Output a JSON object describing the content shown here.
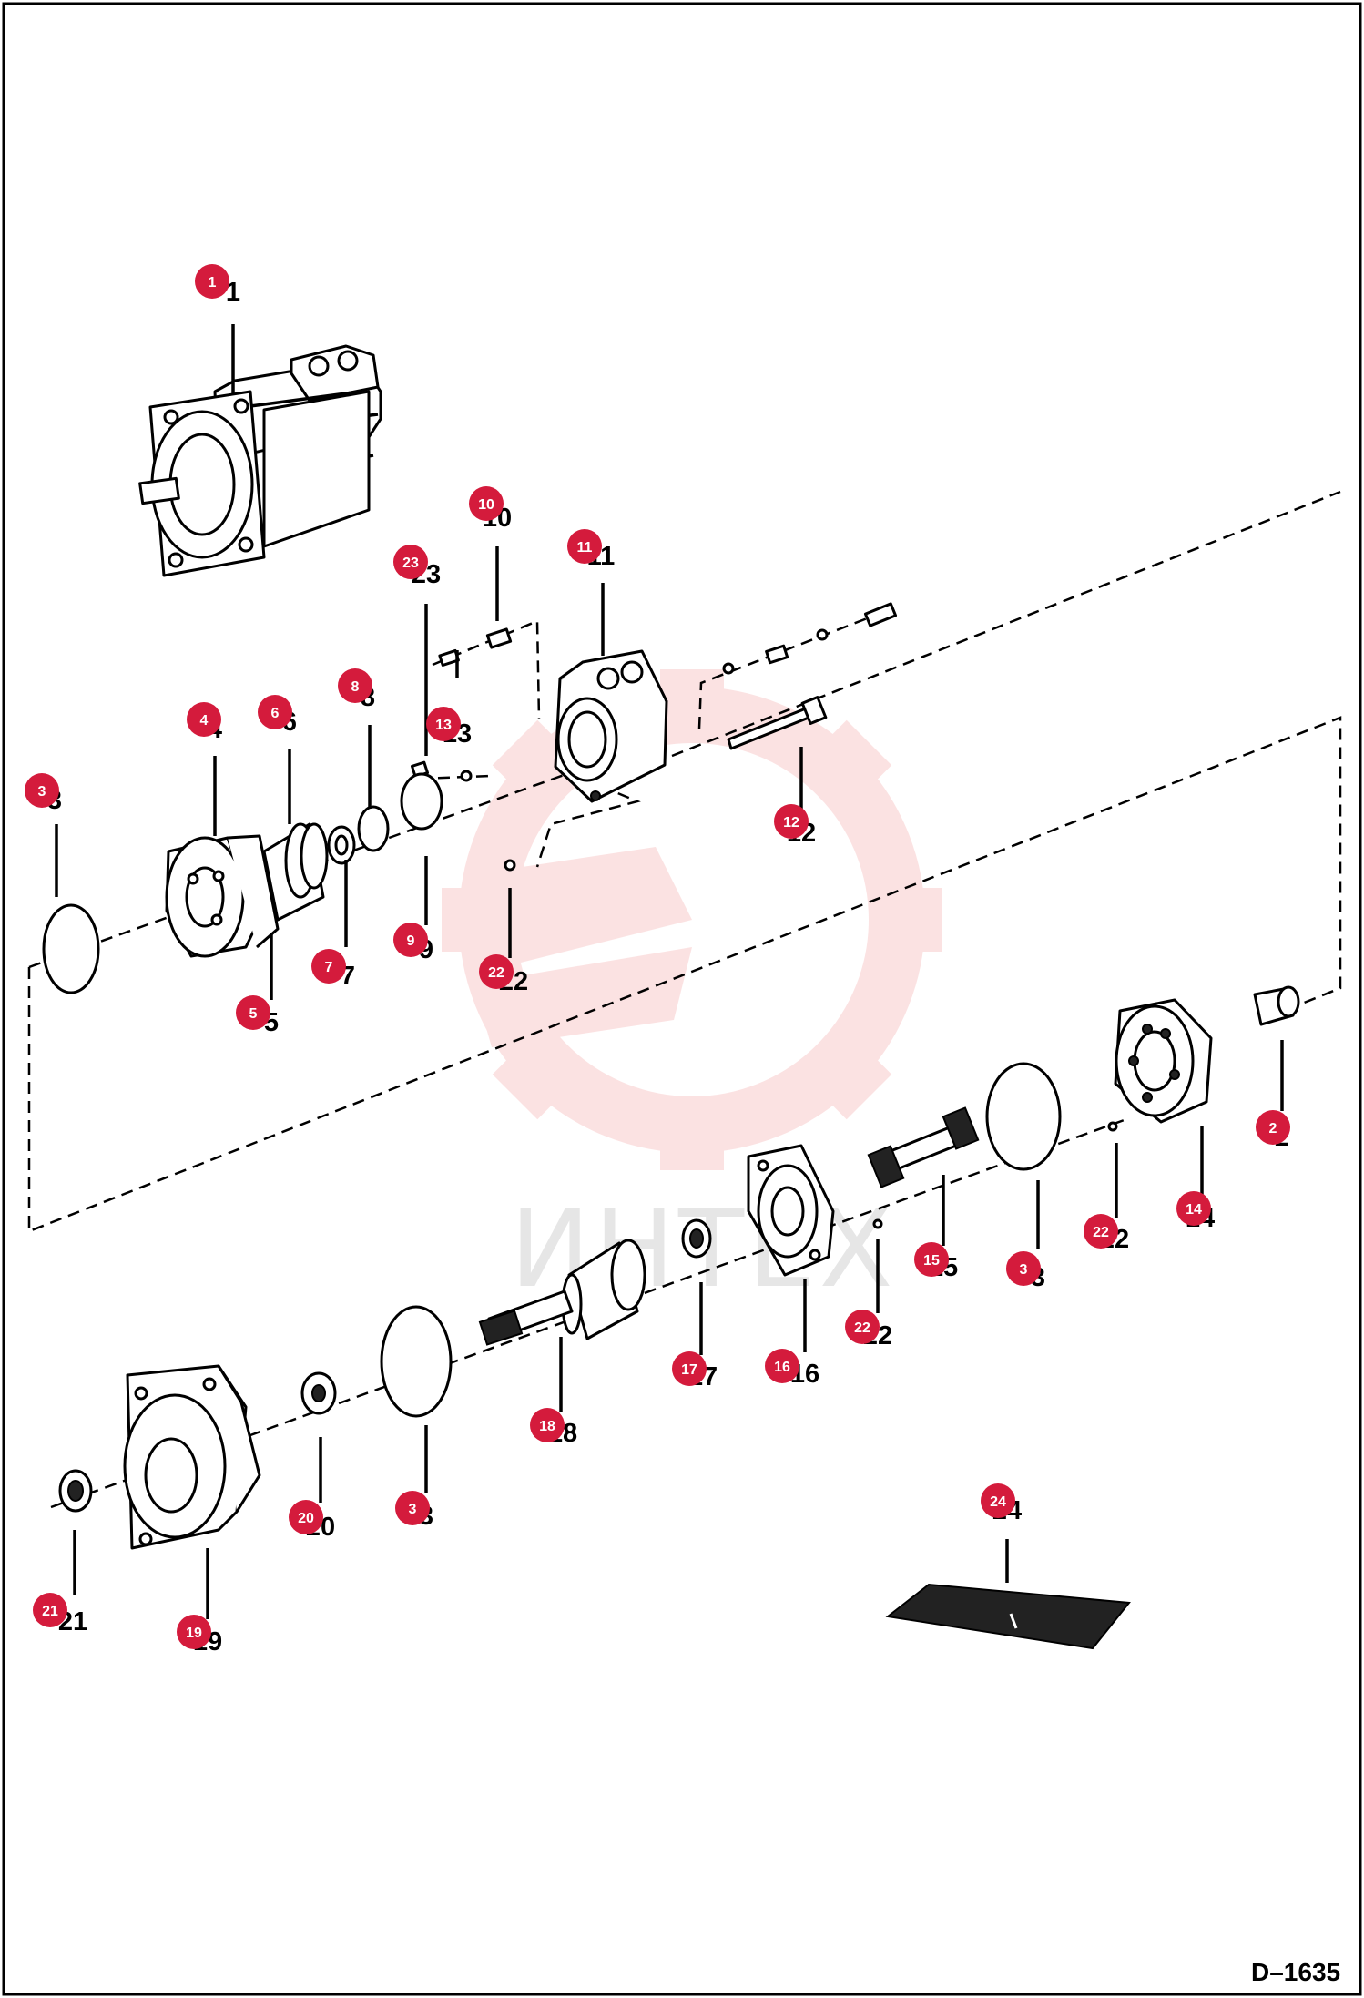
{
  "watermark": {
    "text": "ИНТЕХ",
    "color": "#f08080"
  },
  "badge_color": "#d41b3c",
  "reference": "D–1635",
  "callouts": [
    {
      "id": "c1",
      "label": "1",
      "badge": [
        233,
        309
      ],
      "text": [
        256,
        330
      ]
    },
    {
      "id": "c2",
      "label": "2",
      "badge": [
        1398,
        1238
      ],
      "text": [
        1408,
        1258
      ]
    },
    {
      "id": "c3a",
      "label": "3",
      "badge": [
        46,
        868
      ],
      "text": [
        60,
        888
      ]
    },
    {
      "id": "c3b",
      "label": "3",
      "badge": [
        1124,
        1393
      ],
      "text": [
        1140,
        1412
      ]
    },
    {
      "id": "c3c",
      "label": "3",
      "badge": [
        453,
        1656
      ],
      "text": [
        468,
        1674
      ]
    },
    {
      "id": "c4",
      "label": "4",
      "badge": [
        224,
        790
      ],
      "text": [
        236,
        810
      ]
    },
    {
      "id": "c5",
      "label": "5",
      "badge": [
        278,
        1112
      ],
      "text": [
        298,
        1132
      ]
    },
    {
      "id": "c6",
      "label": "6",
      "badge": [
        302,
        782
      ],
      "text": [
        318,
        802
      ]
    },
    {
      "id": "c7",
      "label": "7",
      "badge": [
        361,
        1061
      ],
      "text": [
        382,
        1081
      ]
    },
    {
      "id": "c8",
      "label": "8",
      "badge": [
        390,
        753
      ],
      "text": [
        404,
        775
      ]
    },
    {
      "id": "c9",
      "label": "9",
      "badge": [
        451,
        1032
      ],
      "text": [
        468,
        1052
      ]
    },
    {
      "id": "c10",
      "label": "10",
      "badge": [
        534,
        553
      ],
      "text": [
        546,
        578
      ]
    },
    {
      "id": "c11",
      "label": "11",
      "badge": [
        642,
        600
      ],
      "text": [
        660,
        620
      ]
    },
    {
      "id": "c12",
      "label": "12",
      "badge": [
        869,
        902
      ],
      "text": [
        880,
        924
      ]
    },
    {
      "id": "c13",
      "label": "13",
      "badge": [
        487,
        795
      ],
      "text": [
        502,
        815
      ]
    },
    {
      "id": "c14",
      "label": "14",
      "badge": [
        1311,
        1327
      ],
      "text": [
        1318,
        1347
      ]
    },
    {
      "id": "c15",
      "label": "15",
      "badge": [
        1023,
        1383
      ],
      "text": [
        1036,
        1401
      ]
    },
    {
      "id": "c16",
      "label": "16",
      "badge": [
        859,
        1500
      ],
      "text": [
        884,
        1518
      ]
    },
    {
      "id": "c17",
      "label": "17",
      "badge": [
        757,
        1503
      ],
      "text": [
        772,
        1521
      ]
    },
    {
      "id": "c18",
      "label": "18",
      "badge": [
        601,
        1565
      ],
      "text": [
        618,
        1583
      ]
    },
    {
      "id": "c19",
      "label": "19",
      "badge": [
        213,
        1792
      ],
      "text": [
        228,
        1812
      ]
    },
    {
      "id": "c20",
      "label": "20",
      "badge": [
        336,
        1666
      ],
      "text": [
        352,
        1686
      ]
    },
    {
      "id": "c21",
      "label": "21",
      "badge": [
        55,
        1768
      ],
      "text": [
        80,
        1790
      ]
    },
    {
      "id": "c22a",
      "label": "22",
      "badge": [
        545,
        1067
      ],
      "text": [
        564,
        1087
      ]
    },
    {
      "id": "c22b",
      "label": "22",
      "badge": [
        947,
        1457
      ],
      "text": [
        964,
        1476
      ]
    },
    {
      "id": "c22c",
      "label": "22",
      "badge": [
        1209,
        1352
      ],
      "text": [
        1224,
        1370
      ]
    },
    {
      "id": "c23",
      "label": "23",
      "badge": [
        451,
        617
      ],
      "text": [
        468,
        640
      ]
    },
    {
      "id": "c24",
      "label": "24",
      "badge": [
        1096,
        1648
      ],
      "text": [
        1106,
        1668
      ]
    }
  ]
}
